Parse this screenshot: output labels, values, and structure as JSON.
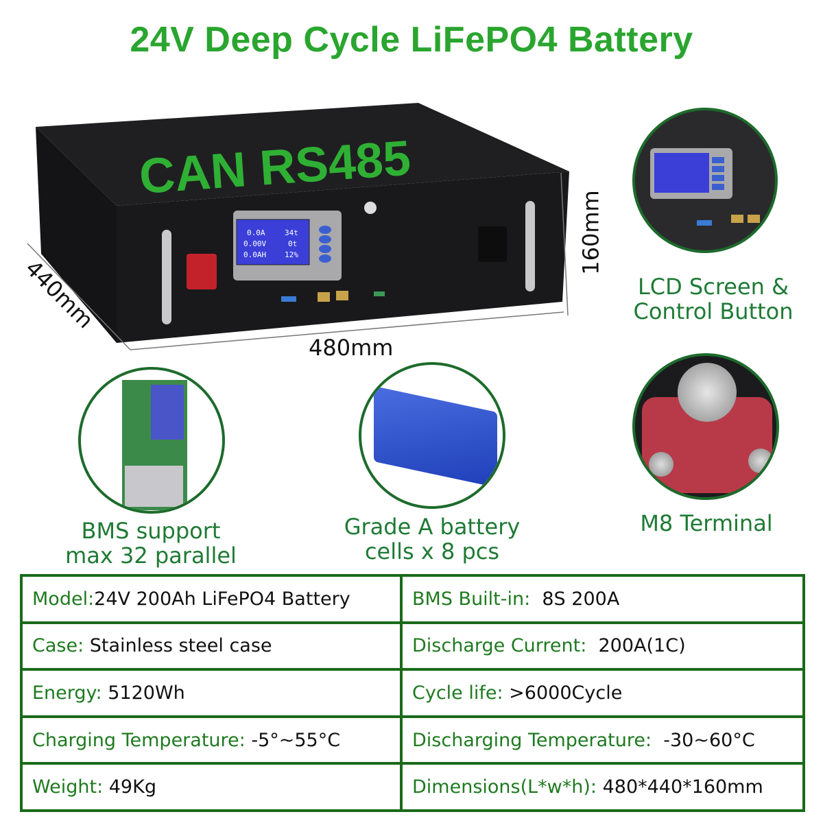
{
  "title": "24V Deep Cycle LiFePO4 Battery",
  "battery_overlay_text": "CAN RS485",
  "dimensions": {
    "height": "160mm",
    "depth": "440mm",
    "width": "480mm"
  },
  "features": [
    {
      "caption_lines": [
        "LCD Screen &",
        "Control Button"
      ]
    },
    {
      "caption_lines": [
        "BMS support",
        "max 32 parallel"
      ]
    },
    {
      "caption_lines": [
        "Grade A battery",
        "cells x  8  pcs"
      ]
    },
    {
      "caption_lines": [
        "M8 Terminal"
      ]
    }
  ],
  "lcd_readout": [
    "0.0A",
    "34t",
    "0.00V",
    "0t",
    "0.0AH",
    "12%"
  ],
  "specs": [
    [
      {
        "label": "Model:",
        "value": "24V 200Ah LiFePO4 Battery"
      },
      {
        "label": "BMS Built-in:",
        "value": "  8S 200A"
      }
    ],
    [
      {
        "label": "Case:",
        "value": " Stainless steel case"
      },
      {
        "label": "Discharge Current:",
        "value": "  200A(1C)"
      }
    ],
    [
      {
        "label": "Energy:",
        "value": " 5120Wh"
      },
      {
        "label": "Cycle life:",
        "value": " >6000Cycle"
      }
    ],
    [
      {
        "label": "Charging Temperature:",
        "value": " -5°~55°C"
      },
      {
        "label": "Discharging Temperature:",
        "value": "  -30~60°C"
      }
    ],
    [
      {
        "label": "Weight:",
        "value": " 49Kg"
      },
      {
        "label": "Dimensions(L*w*h):",
        "value": " 480*440*160mm"
      }
    ]
  ],
  "colors": {
    "title": "#2aa52f",
    "accent_green": "#1f7a35",
    "table_border": "#1a6a1a",
    "lcd_blue": "#3b3fd8",
    "terminal_red": "#b83a48"
  }
}
